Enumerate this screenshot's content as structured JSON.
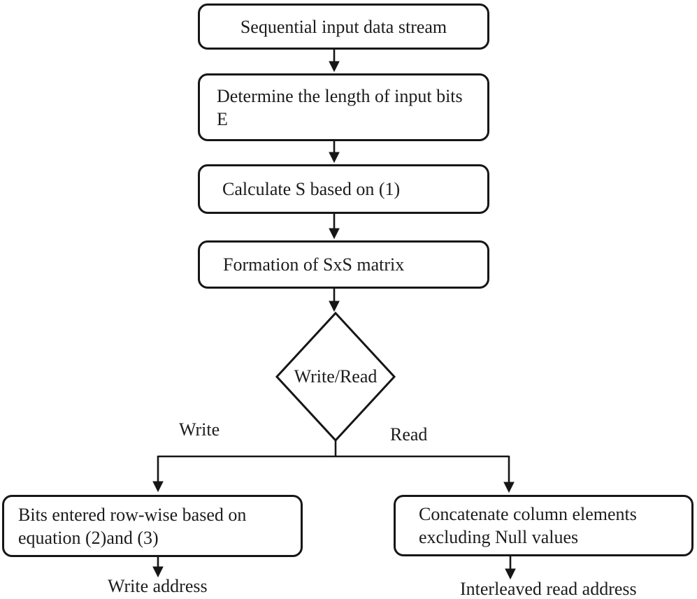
{
  "flowchart": {
    "steps": [
      {
        "id": "sequential-input",
        "label": "Sequential input data stream"
      },
      {
        "id": "determine-length",
        "label": "Determine the length of input bits E"
      },
      {
        "id": "calculate-s",
        "label": "Calculate S based on (1)"
      },
      {
        "id": "form-matrix",
        "label": "Formation of SxS matrix"
      }
    ],
    "decision": {
      "label": "Write/Read"
    },
    "branches": {
      "write": {
        "label": "Write",
        "box_label": "Bits entered row-wise based on equation (2)and (3)",
        "output_label": "Write address"
      },
      "read": {
        "label": "Read",
        "box_label": "Concatenate column elements excluding Null values",
        "output_label": "Interleaved read address"
      }
    },
    "colors": {
      "stroke": "#161616",
      "text": "#1c1c1c",
      "background": "#ffffff"
    }
  }
}
